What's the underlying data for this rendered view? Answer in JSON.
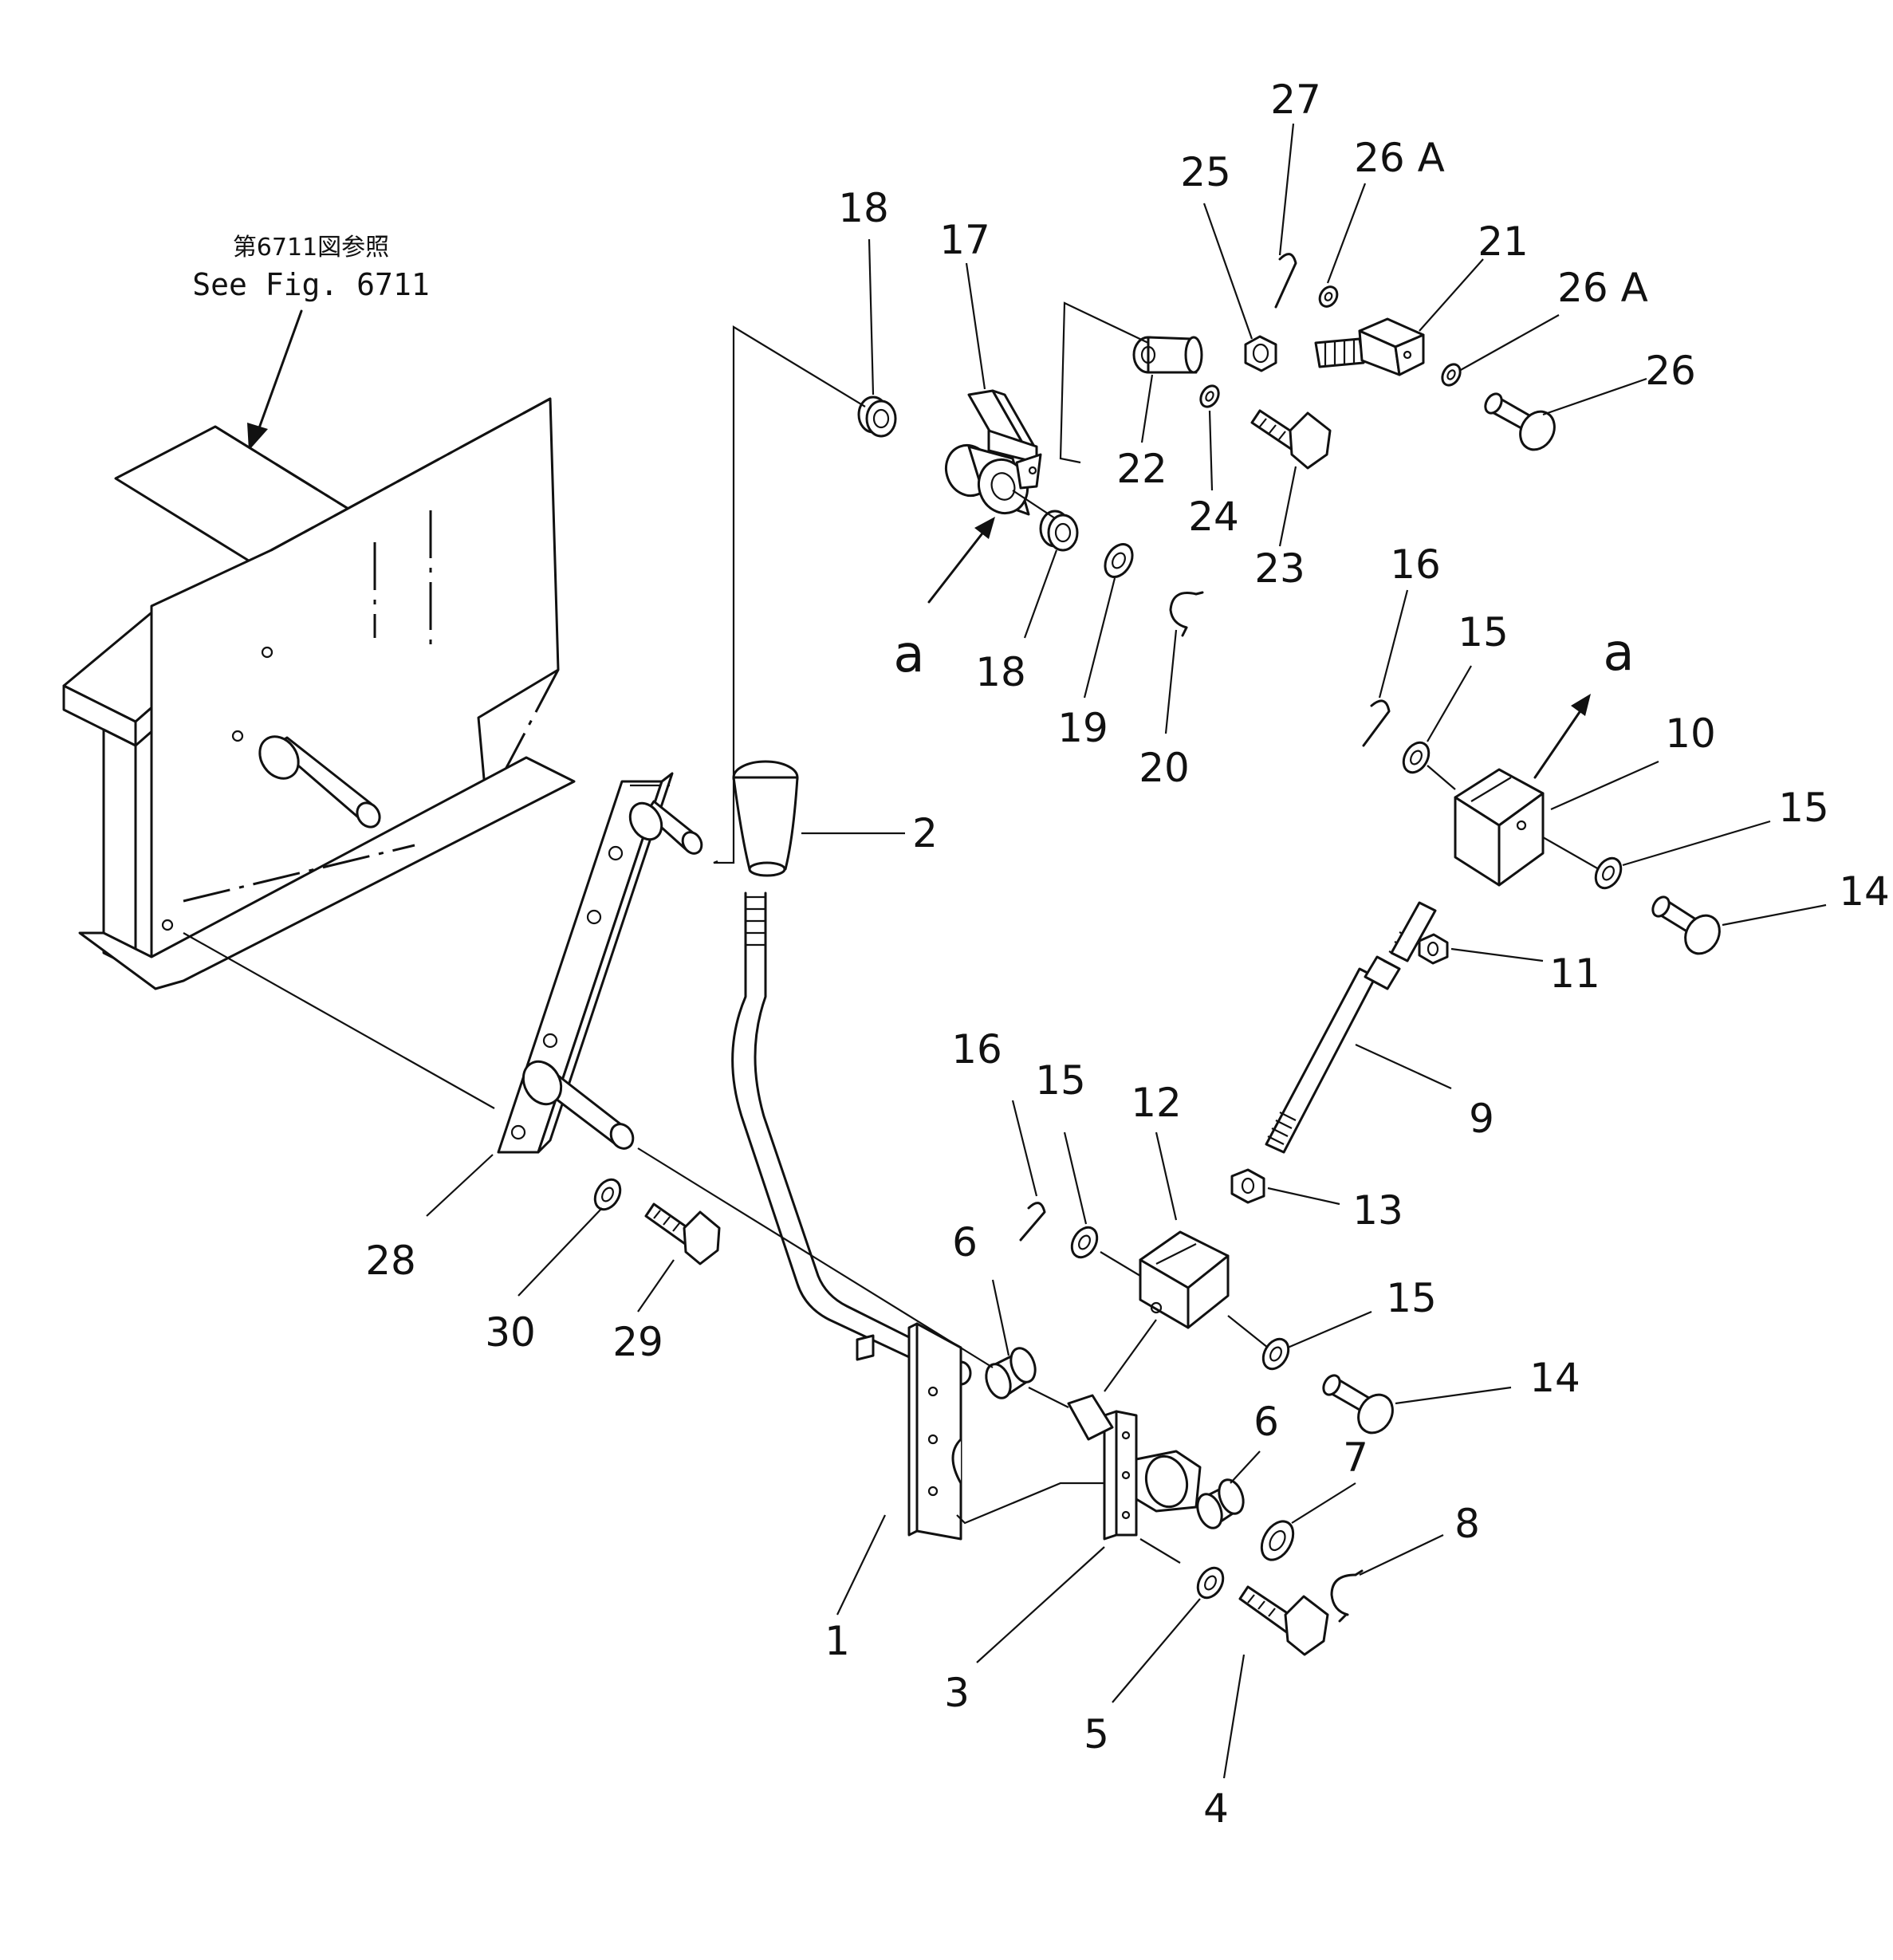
{
  "reference": {
    "japanese": "第6711図参照",
    "english": "See Fig. 6711"
  },
  "view_marker": "a",
  "callouts": [
    {
      "id": "c1",
      "label": "1"
    },
    {
      "id": "c2",
      "label": "2"
    },
    {
      "id": "c3",
      "label": "3"
    },
    {
      "id": "c4",
      "label": "4"
    },
    {
      "id": "c5",
      "label": "5"
    },
    {
      "id": "c6a",
      "label": "6"
    },
    {
      "id": "c6b",
      "label": "6"
    },
    {
      "id": "c7",
      "label": "7"
    },
    {
      "id": "c8",
      "label": "8"
    },
    {
      "id": "c9",
      "label": "9"
    },
    {
      "id": "c10",
      "label": "10"
    },
    {
      "id": "c11",
      "label": "11"
    },
    {
      "id": "c12",
      "label": "12"
    },
    {
      "id": "c13",
      "label": "13"
    },
    {
      "id": "c14a",
      "label": "14"
    },
    {
      "id": "c14b",
      "label": "14"
    },
    {
      "id": "c15a",
      "label": "15"
    },
    {
      "id": "c15b",
      "label": "15"
    },
    {
      "id": "c15c",
      "label": "15"
    },
    {
      "id": "c15d",
      "label": "15"
    },
    {
      "id": "c16a",
      "label": "16"
    },
    {
      "id": "c16b",
      "label": "16"
    },
    {
      "id": "c17",
      "label": "17"
    },
    {
      "id": "c18a",
      "label": "18"
    },
    {
      "id": "c18b",
      "label": "18"
    },
    {
      "id": "c19",
      "label": "19"
    },
    {
      "id": "c20",
      "label": "20"
    },
    {
      "id": "c21",
      "label": "21"
    },
    {
      "id": "c22",
      "label": "22"
    },
    {
      "id": "c23",
      "label": "23"
    },
    {
      "id": "c24",
      "label": "24"
    },
    {
      "id": "c25",
      "label": "25"
    },
    {
      "id": "c26",
      "label": "26"
    },
    {
      "id": "c26Aa",
      "label": "26 A"
    },
    {
      "id": "c26Ab",
      "label": "26 A"
    },
    {
      "id": "c27",
      "label": "27"
    },
    {
      "id": "c28",
      "label": "28"
    },
    {
      "id": "c29",
      "label": "29"
    },
    {
      "id": "c30",
      "label": "30"
    }
  ]
}
